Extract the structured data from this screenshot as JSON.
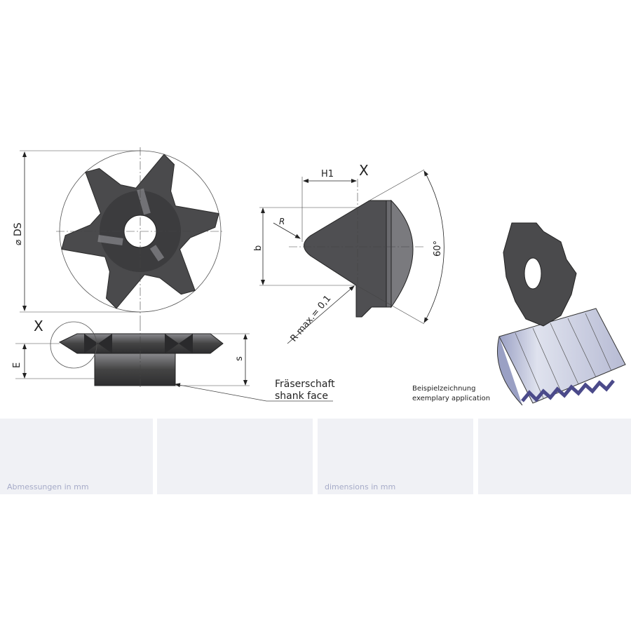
{
  "drawing": {
    "labels": {
      "ds": "⌀ DS",
      "x_front": "X",
      "e": "E",
      "s": "s",
      "h1": "H1",
      "x_detail": "X",
      "r": "R",
      "b": "b",
      "angle": "60°",
      "r_max": "R max.= 0,1",
      "shank_de": "Fräserschaft",
      "shank_en": "shank face",
      "example_de": "Beispielzeichnung",
      "example_en": "exemplary application"
    },
    "colors": {
      "steel": "#4a4a4c",
      "steel_light": "#7a7a7e",
      "thread": "#c4c8dc",
      "thread_edge": "#4b4a8a"
    }
  },
  "panels": [
    {
      "text": "Abmessungen in mm"
    },
    {
      "text": ""
    },
    {
      "text": "dimensions in mm"
    },
    {
      "text": ""
    }
  ]
}
